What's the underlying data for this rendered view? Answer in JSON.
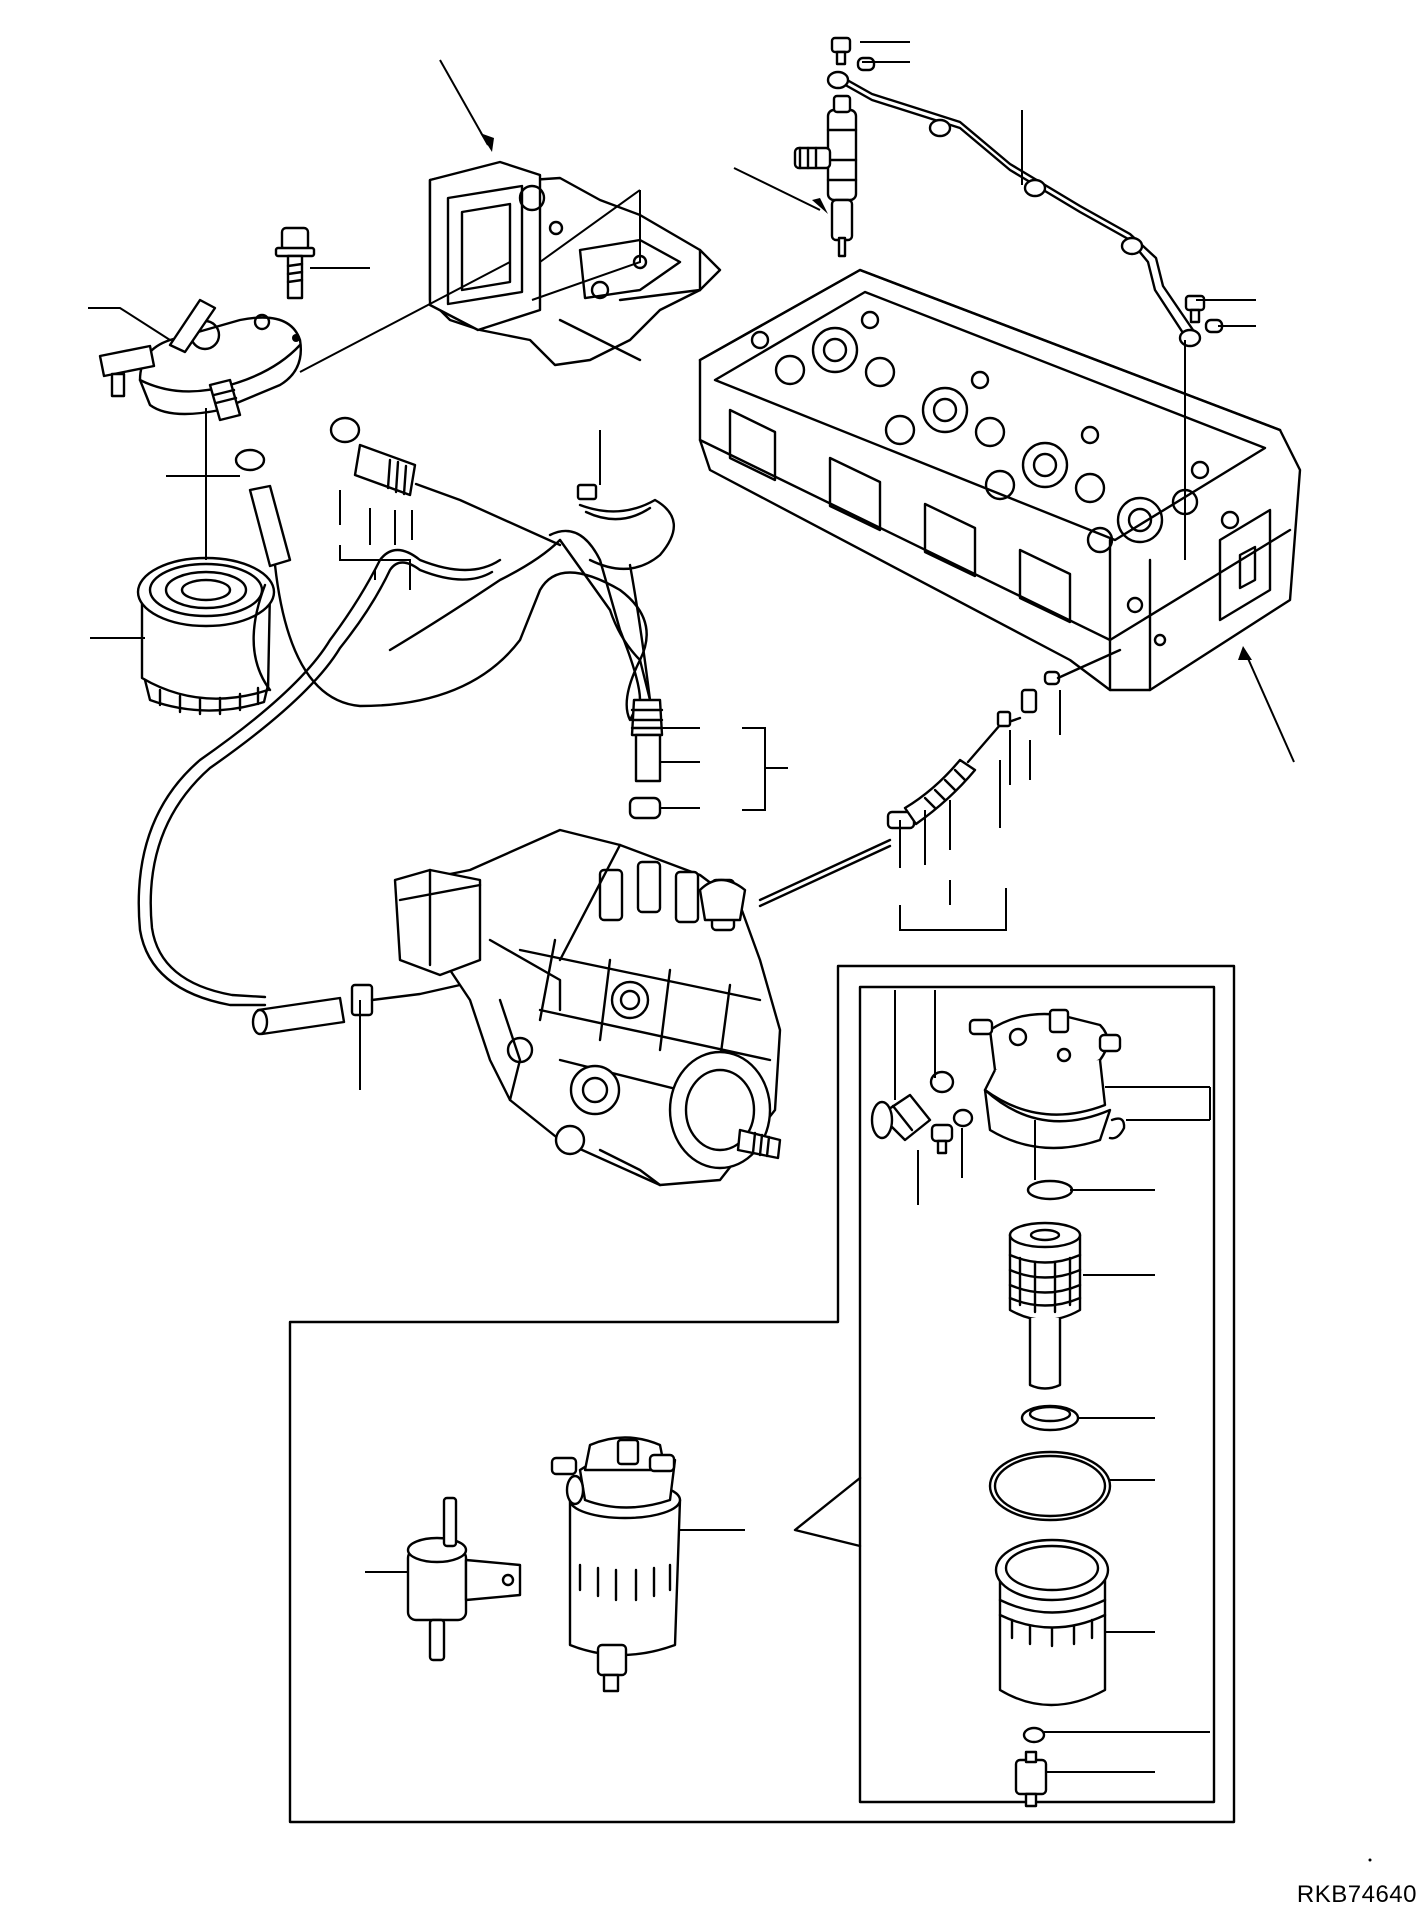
{
  "figure": {
    "drawing_code": "RKB74640",
    "description_parts": [
      "fuel-filter-head",
      "fuel-filter-element",
      "fuel-feed-pump",
      "fuel-injection-pump",
      "injection-nozzle",
      "fuel-leak-off-pipe",
      "cylinder-head",
      "intake-manifold",
      "fuel-hose",
      "hose-clamp",
      "water-separator"
    ]
  }
}
